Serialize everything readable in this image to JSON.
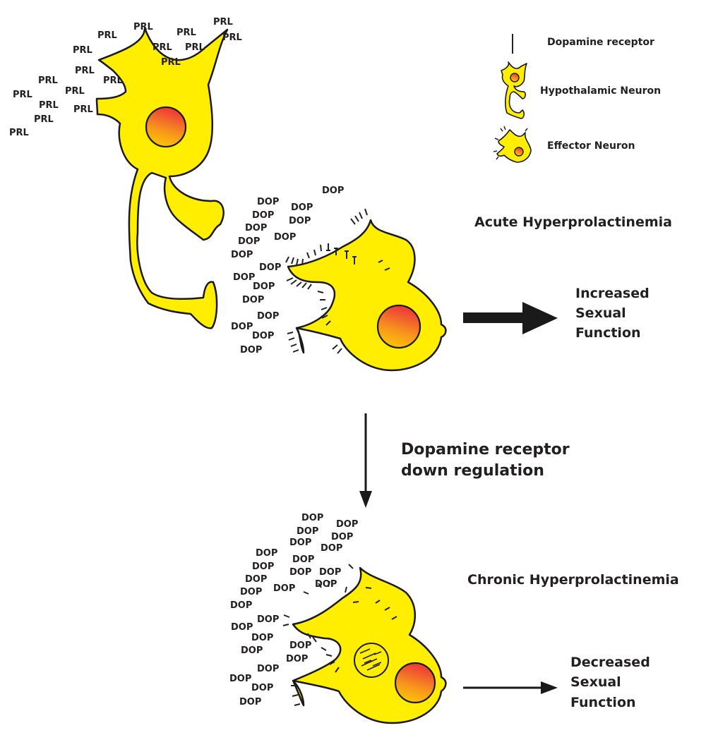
{
  "legend": {
    "dopamine_receptor": "Dopamine receptor",
    "hypothalamic_neuron": "Hypothalamic Neuron",
    "effector_neuron": "Effector Neuron"
  },
  "molecules": {
    "prolactin": "PRL",
    "dopamine": "DOP"
  },
  "stages": {
    "acute": "Acute Hyperprolactinemia",
    "chronic": "Chronic Hyperprolactinemia"
  },
  "transition": {
    "line1": "Dopamine receptor",
    "line2": "down regulation"
  },
  "outcomes": {
    "increased": [
      "Increased",
      "Sexual",
      "Function"
    ],
    "decreased": [
      "Decreased",
      "Sexual",
      "Function"
    ]
  },
  "colors": {
    "neuron_fill": "#ffee00",
    "outline": "#1a1a1a",
    "nucleus_gradient": [
      "#ffd200",
      "#f7941d",
      "#ee4036"
    ]
  }
}
